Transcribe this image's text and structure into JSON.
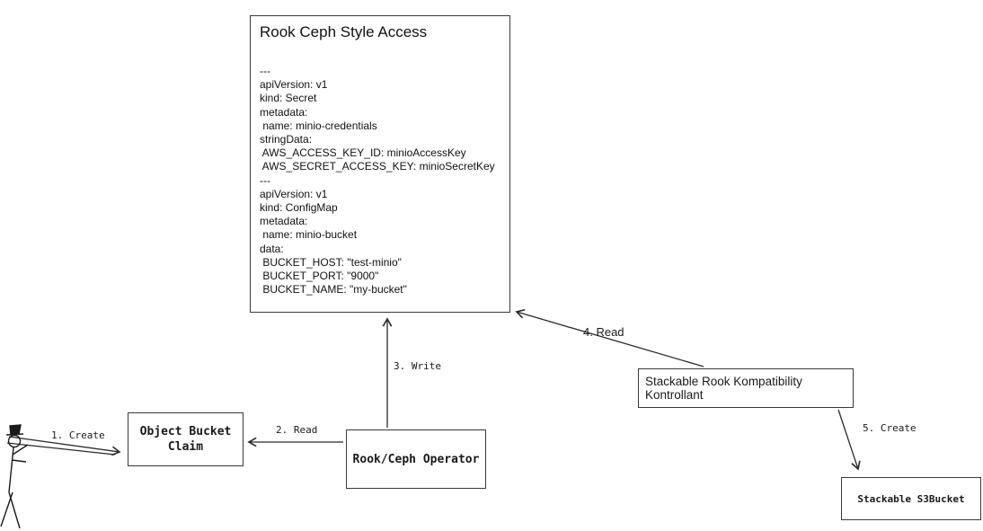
{
  "diagram": {
    "yaml_box": {
      "title": "Rook Ceph Style Access",
      "content": "---\napiVersion: v1\nkind: Secret\nmetadata:\n name: minio-credentials\nstringData:\n AWS_ACCESS_KEY_ID: minioAccessKey\n AWS_SECRET_ACCESS_KEY: minioSecretKey\n---\napiVersion: v1\nkind: ConfigMap\nmetadata:\n name: minio-bucket\ndata:\n BUCKET_HOST: \"test-minio\"\n BUCKET_PORT: \"9000\"\n BUCKET_NAME: \"my-bucket\""
    },
    "nodes": {
      "object_bucket_claim": "Object Bucket\nClaim",
      "rook_ceph_operator": "Rook/Ceph Operator",
      "stackable_kontrollant": "Stackable Rook Kompatibility Kontrollant",
      "stackable_s3bucket": "Stackable S3Bucket"
    },
    "edges": {
      "create_1": "1. Create",
      "read_2": "2. Read",
      "write_3": "3. Write",
      "read_4": "4. Read",
      "create_5": "5. Create"
    },
    "actor": "person-stick-figure"
  },
  "colors": {
    "stroke": "#2b2b2b",
    "background": "#ffffff"
  }
}
